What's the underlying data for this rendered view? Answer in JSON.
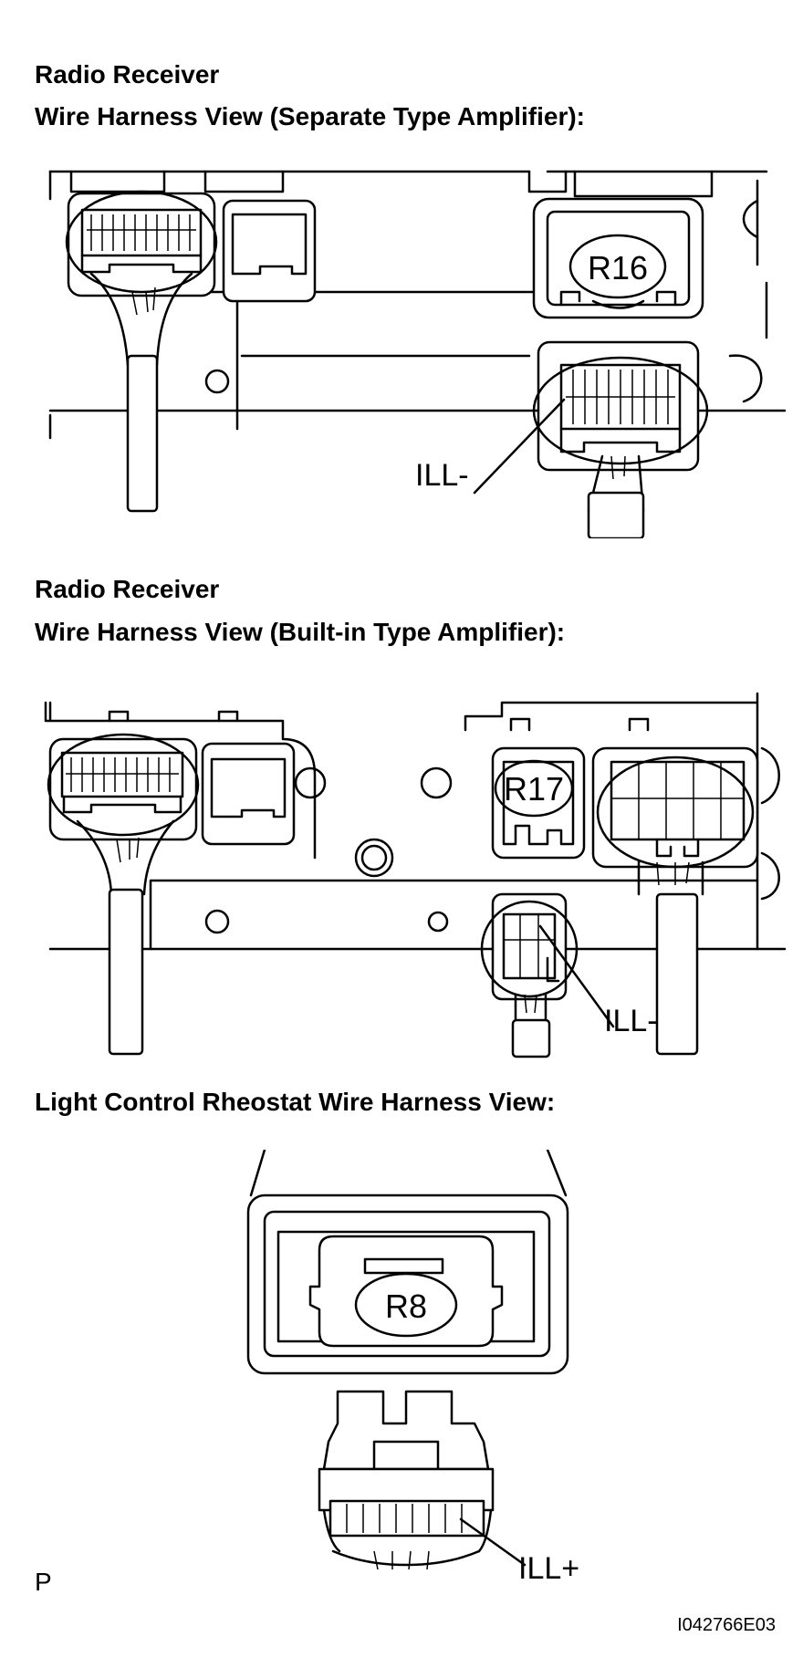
{
  "section1": {
    "title": "Radio Receiver",
    "subtitle": "Wire Harness View (Separate Type Amplifier):",
    "connector_label": "R16",
    "pin_label": "ILL-"
  },
  "section2": {
    "title": "Radio Receiver",
    "subtitle": "Wire Harness View (Built-in Type Amplifier):",
    "connector_label": "R17",
    "pin_label": "ILL-"
  },
  "section3": {
    "subtitle": "Light Control Rheostat Wire Harness View:",
    "connector_label": "R8",
    "pin_label": "ILL+"
  },
  "footer": {
    "left": "P",
    "figure_id": "I042766E03"
  }
}
